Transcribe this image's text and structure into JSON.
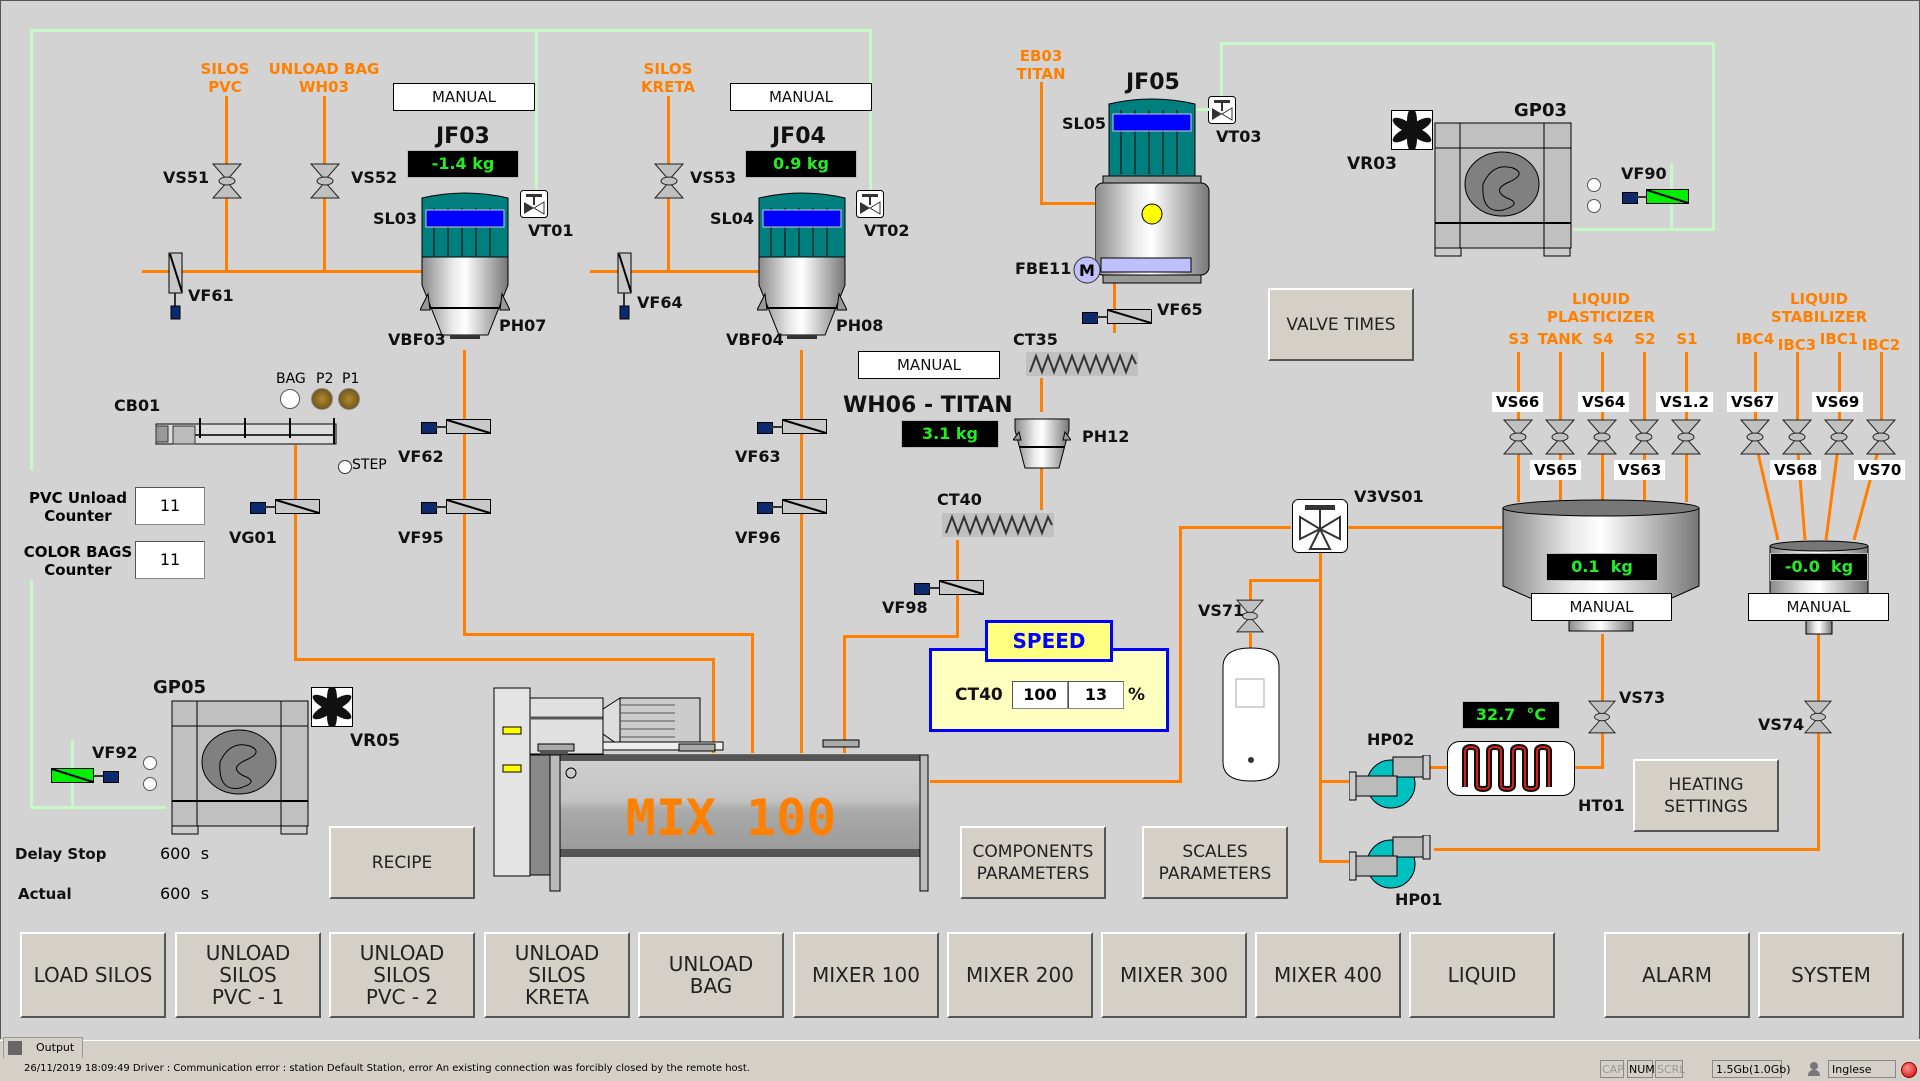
{
  "sources": {
    "silos_pvc": [
      "SILOS",
      "PVC"
    ],
    "unload_bag_wh03": [
      "UNLOAD BAG",
      "WH03"
    ],
    "silos_kreta": [
      "SILOS",
      "KRETA"
    ],
    "eb03_titan": [
      "EB03",
      "TITAN"
    ],
    "liquid_plasticizer": [
      "LIQUID",
      "PLASTICIZER"
    ],
    "liquid_stabilizer": [
      "LIQUID",
      "STABILIZER"
    ],
    "plasticizer_sources": [
      "S3",
      "TANK",
      "S4",
      "S2",
      "S1"
    ],
    "stabilizer_sources": [
      "IBC4",
      "IBC3",
      "IBC1",
      "IBC2"
    ]
  },
  "scales": {
    "jf03": {
      "name": "JF03",
      "mode": "MANUAL",
      "weight": "-1.4  kg",
      "level_label": "SL03",
      "vent": "VT01",
      "valve": "VBF03",
      "vibrator": "PH07"
    },
    "jf04": {
      "name": "JF04",
      "mode": "MANUAL",
      "weight": "0.9  kg",
      "level_label": "SL04",
      "vent": "VT02",
      "valve": "VBF04",
      "vibrator": "PH08"
    },
    "jf05": {
      "name": "JF05",
      "level_label": "SL05",
      "vent": "VT03",
      "motor": "FBE11",
      "motor_symbol": "M"
    },
    "wh06": {
      "name": "WH06 - TITAN",
      "mode": "MANUAL",
      "weight": "3.1  kg",
      "vibrator": "PH12"
    },
    "plasticizer_tank": {
      "weight": "0.1  kg",
      "mode": "MANUAL"
    },
    "stabilizer_tank": {
      "weight": "-0.0  kg",
      "mode": "MANUAL"
    }
  },
  "valves": {
    "VS51": "VS51",
    "VS52": "VS52",
    "VS53": "VS53",
    "VF61": "VF61",
    "VF64": "VF64",
    "VF62": "VF62",
    "VF63": "VF63",
    "VF95": "VF95",
    "VF96": "VF96",
    "VG01": "VG01",
    "VF65": "VF65",
    "VF98": "VF98",
    "VF90": "VF90",
    "VF92": "VF92",
    "V3VS01": "V3VS01",
    "VS71": "VS71",
    "VS73": "VS73",
    "VS74": "VS74",
    "plasticizer": [
      "VS66",
      "VS65",
      "VS64",
      "VS63",
      "VS1.2"
    ],
    "stabilizer": [
      "VS67",
      "VS68",
      "VS69",
      "VS70"
    ]
  },
  "equipment": {
    "cb01": "CB01",
    "ct35": "CT35",
    "ct40": "CT40",
    "gp03": "GP03",
    "vr03": "VR03",
    "gp05": "GP05",
    "vr05": "VR05",
    "hp01": "HP01",
    "hp02": "HP02",
    "ht01": "HT01",
    "mixer": "MIX 100",
    "heater_temp": "32.7  °C"
  },
  "indicators": {
    "bag": "BAG",
    "p2": "P2",
    "p1": "P1",
    "step": "STEP"
  },
  "counters": {
    "pvc_unload_label": [
      "PVC Unload",
      "Counter"
    ],
    "pvc_unload_value": "11",
    "color_bags_label": [
      "COLOR BAGS",
      "Counter"
    ],
    "color_bags_value": "11"
  },
  "delay": {
    "delay_stop_label": "Delay Stop",
    "delay_stop_value": "600  s",
    "actual_label": "Actual",
    "actual_value": "600  s"
  },
  "speed": {
    "title": "SPEED",
    "device": "CT40",
    "setpoint": "100",
    "actual": "13",
    "unit": "%"
  },
  "buttons": {
    "valve_times": "VALVE TIMES",
    "recipe": "RECIPE",
    "components_parameters": [
      "COMPONENTS",
      "PARAMETERS"
    ],
    "scales_parameters": [
      "SCALES",
      "PARAMETERS"
    ],
    "heating_settings": [
      "HEATING",
      "SETTINGS"
    ]
  },
  "nav": [
    {
      "label": [
        "LOAD SILOS"
      ]
    },
    {
      "label": [
        "UNLOAD SILOS",
        "PVC - 1"
      ]
    },
    {
      "label": [
        "UNLOAD SILOS",
        "PVC - 2"
      ]
    },
    {
      "label": [
        "UNLOAD SILOS",
        "KRETA"
      ]
    },
    {
      "label": [
        "UNLOAD",
        "BAG"
      ]
    },
    {
      "label": [
        "MIXER 100"
      ]
    },
    {
      "label": [
        "MIXER 200"
      ]
    },
    {
      "label": [
        "MIXER 300"
      ]
    },
    {
      "label": [
        "MIXER 400"
      ]
    },
    {
      "label": [
        "LIQUID"
      ]
    },
    {
      "label": [
        "ALARM"
      ]
    },
    {
      "label": [
        "SYSTEM"
      ]
    }
  ],
  "statusbar": {
    "output_tab": "Output",
    "message": "26/11/2019 18:09:49 Driver : Communication error : station Default Station, error An existing connection was forcibly closed by the remote host.",
    "cap": "CAP",
    "num": "NUM",
    "scrl": "SCRL",
    "memory": "1.5Gb(1.0Gb)",
    "language": "Inglese"
  },
  "colors": {
    "pipe": "#ff8000",
    "air_line": "#c8f8c8",
    "display_text": "#22ee22",
    "level_bar": "#0000ff",
    "silo_teal": "#007f7f"
  }
}
